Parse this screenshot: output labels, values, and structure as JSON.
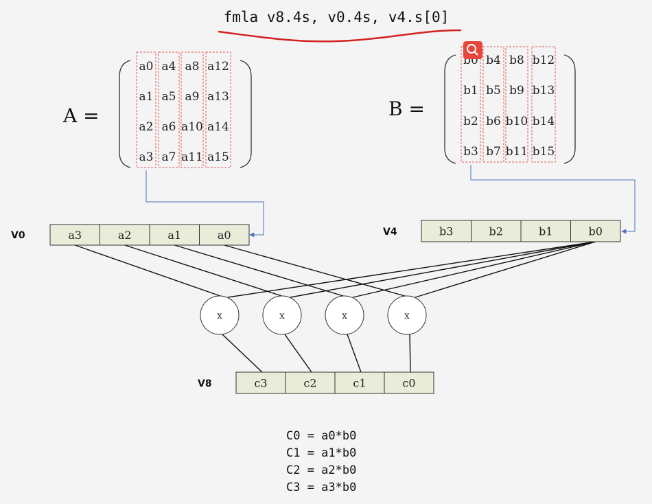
{
  "instruction": "fmla v8.4s, v0.4s, v4.s[0]",
  "matrix_a": {
    "label": "A  =",
    "columns": [
      [
        "a0",
        "a1",
        "a2",
        "a3"
      ],
      [
        "a4",
        "a5",
        "a6",
        "a7"
      ],
      [
        "a8",
        "a9",
        "a10",
        "a11"
      ],
      [
        "a12",
        "a13",
        "a14",
        "a15"
      ]
    ]
  },
  "matrix_b": {
    "label": "B  =",
    "columns": [
      [
        "b0",
        "b1",
        "b2",
        "b3"
      ],
      [
        "b4",
        "b5",
        "b6",
        "b7"
      ],
      [
        "b8",
        "b9",
        "b10",
        "b11"
      ],
      [
        "b12",
        "b13",
        "b14",
        "b15"
      ]
    ]
  },
  "registers": {
    "v0": {
      "label": "V0",
      "cells": [
        "a3",
        "a2",
        "a1",
        "a0"
      ]
    },
    "v4": {
      "label": "V4",
      "cells": [
        "b3",
        "b2",
        "b1",
        "b0"
      ]
    },
    "v8": {
      "label": "V8",
      "cells": [
        "c3",
        "c2",
        "c1",
        "c0"
      ]
    }
  },
  "multiply_symbol": "x",
  "formulas": [
    "C0 = a0*b0",
    "C1 = a1*b0",
    "C2 = a2*b0",
    "C3 = a3*b0"
  ],
  "colors": {
    "underline": "#d42020",
    "arrow": "#4a72b8",
    "dashed": "#e05a5a",
    "cell_fill": "#e8ecd9",
    "search_badge": "#e8463c"
  },
  "overlay_icon": "search-icon"
}
